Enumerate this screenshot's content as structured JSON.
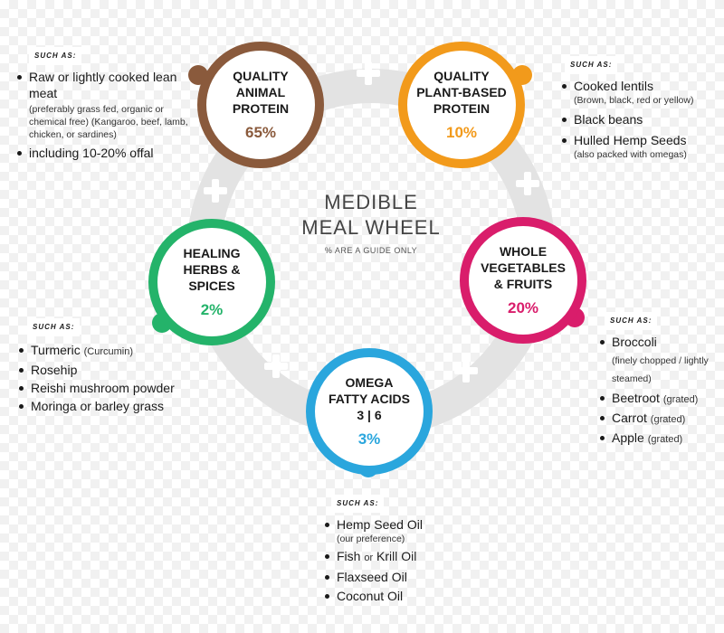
{
  "title": {
    "line1": "MEDIBLE",
    "line2": "MEAL WHEEL",
    "subtitle": "% ARE A GUIDE ONLY"
  },
  "colors": {
    "animal": "#8a5a3c",
    "plant": "#f29a1b",
    "vegetables": "#d91d6b",
    "omega": "#2aa6dd",
    "herbs": "#24b36a",
    "ring": "#e3e3e3"
  },
  "nodes": {
    "animal": {
      "line1": "QUALITY",
      "line2": "ANIMAL",
      "line3": "PROTEIN",
      "percent": "65%"
    },
    "plant": {
      "line1": "QUALITY",
      "line2": "PLANT-BASED",
      "line3": "PROTEIN",
      "percent": "10%"
    },
    "vegetables": {
      "line1": "WHOLE",
      "line2": "VEGETABLES",
      "line3": "& FRUITS",
      "percent": "20%"
    },
    "omega": {
      "line1": "OMEGA",
      "line2": "FATTY ACIDS",
      "line3": "3 | 6",
      "percent": "3%"
    },
    "herbs": {
      "line1": "HEALING",
      "line2": "HERBS &",
      "line3": "SPICES",
      "percent": "2%"
    }
  },
  "such_as": "SUCH AS:",
  "animal_list": {
    "item1": "Raw or lightly cooked lean meat",
    "note1": "(preferably grass fed, organic or chemical free) (Kangaroo, beef, lamb, chicken, or sardines)",
    "item2": "including 10-20% offal"
  },
  "plant_list": {
    "item1": "Cooked lentils",
    "note1": "(Brown, black, red or yellow)",
    "item2": "Black beans",
    "item3": "Hulled Hemp Seeds",
    "note3": "(also packed with omegas)"
  },
  "herbs_list": {
    "item1": "Turmeric",
    "note1": "(Curcumin)",
    "item2": "Rosehip",
    "item3": "Reishi mushroom powder",
    "item4": "Moringa or barley grass"
  },
  "veg_list": {
    "item1": "Broccoli",
    "note1": "(finely chopped / lightly steamed)",
    "item2": "Beetroot",
    "note2": "(grated)",
    "item3": "Carrot",
    "note3": "(grated)",
    "item4": "Apple",
    "note4": "(grated)"
  },
  "omega_list": {
    "item1": "Hemp Seed Oil",
    "note1": "(our preference)",
    "item2a": "Fish",
    "item2or": "or",
    "item2b": "Krill Oil",
    "item3": "Flaxseed Oil",
    "item4": "Coconut Oil"
  }
}
